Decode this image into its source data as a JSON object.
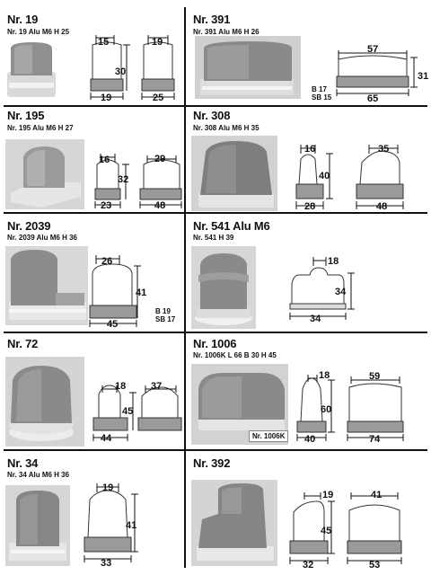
{
  "cells": [
    {
      "key": "c19",
      "title": "Nr. 19",
      "subtitle": "Nr. 19 Alu M6   H 25",
      "dims": [
        "15",
        "30",
        "19",
        "19",
        "25"
      ]
    },
    {
      "key": "c391",
      "title": "Nr. 391",
      "subtitle": "Nr. 391 Alu M6   H 26",
      "dims": [
        "57",
        "31",
        "65"
      ],
      "notes": [
        "B  17",
        "SB 15"
      ]
    },
    {
      "key": "c195",
      "title": "Nr. 195",
      "subtitle": "Nr. 195 Alu M6   H 27",
      "dims": [
        "16",
        "32",
        "23",
        "29",
        "48"
      ]
    },
    {
      "key": "c308",
      "title": "Nr. 308",
      "subtitle": "Nr. 308 Alu M6   H 35",
      "dims": [
        "16",
        "40",
        "28",
        "35",
        "48"
      ]
    },
    {
      "key": "c2039",
      "title": "Nr. 2039",
      "subtitle": "Nr. 2039 Alu M6   H 36",
      "dims": [
        "26",
        "41",
        "45"
      ],
      "notes": [
        "B  19",
        "SB 17"
      ]
    },
    {
      "key": "c541",
      "title": "Nr. 541 Alu M6",
      "subtitle": "Nr. 541   H 39",
      "dims": [
        "18",
        "34",
        "34"
      ]
    },
    {
      "key": "c72",
      "title": "Nr. 72",
      "subtitle": "",
      "dims": [
        "18",
        "45",
        "44",
        "37"
      ]
    },
    {
      "key": "c1006",
      "title": "Nr. 1006",
      "subtitle": "Nr. 1006K   L 66  B 30  H 45",
      "dims": [
        "18",
        "60",
        "40",
        "59",
        "74"
      ],
      "badge": "Nr. 1006K"
    },
    {
      "key": "c34",
      "title": "Nr. 34",
      "subtitle": "Nr. 34 Alu M6   H 36",
      "dims": [
        "19",
        "41",
        "33"
      ]
    },
    {
      "key": "c392",
      "title": "Nr. 392",
      "subtitle": "",
      "dims": [
        "19",
        "45",
        "32",
        "41",
        "53"
      ]
    }
  ]
}
